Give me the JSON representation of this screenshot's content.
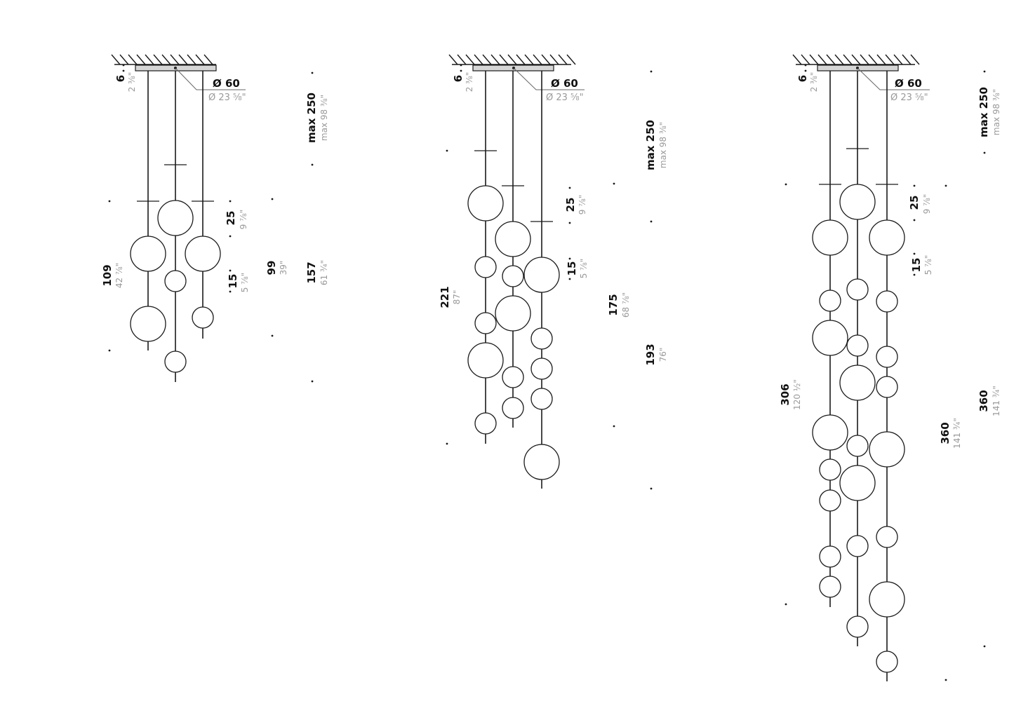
{
  "colors": {
    "stroke": "#1a1a1a",
    "canopy_fill": "#d6d6d6",
    "secondary_text": "#9a9a9a"
  },
  "dimensions": {
    "canopy_diameter": "Ø 60",
    "canopy_diameter_in": "Ø 23 ⅝\"",
    "canopy_height": "6",
    "canopy_height_in": "2 ⅜\"",
    "max_cable": "max 250",
    "max_cable_in": "max 98 ⅜\"",
    "large_globe": "25",
    "large_globe_in": "9 ⅞\"",
    "small_globe": "15",
    "small_globe_in": "5 ⅞\""
  },
  "fixtures": [
    {
      "overall_1": "99",
      "overall_1_in": "39\"",
      "overall_2": "157",
      "overall_2_in": "61 ¾\"",
      "cluster": "109",
      "cluster_in": "42 ⅞\""
    },
    {
      "overall_1": "175",
      "overall_1_in": "68 ⅞\"",
      "overall_2": "193",
      "overall_2_in": "76\"",
      "cluster": "221",
      "cluster_in": "87\""
    },
    {
      "overall_1": "360",
      "overall_1_in": "141 ¾\"",
      "overall_2": "360",
      "overall_2_in": "141 ¾\"",
      "cluster": "306",
      "cluster_in": "120 ½\""
    }
  ]
}
